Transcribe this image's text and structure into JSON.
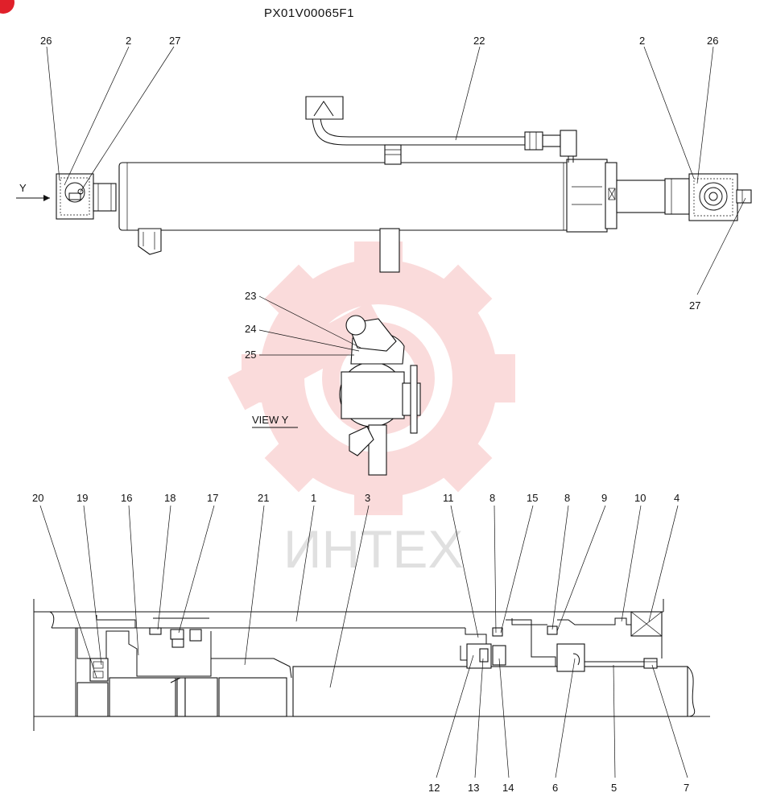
{
  "document": {
    "code": "PX01V00065F1",
    "view_label": "VIEW  Y",
    "arrow_label": "Y"
  },
  "watermark": {
    "text": "ИНТЕХ",
    "color": "#f5b5b5"
  },
  "callouts": {
    "upper_left": [
      "26",
      "2",
      "27"
    ],
    "upper_mid": "22",
    "upper_right": [
      "2",
      "26"
    ],
    "upper_right_bottom": "27",
    "view_y": [
      "23",
      "24",
      "25"
    ],
    "section_top": [
      "20",
      "19",
      "16",
      "18",
      "17",
      "21",
      "1",
      "3",
      "11",
      "8",
      "15",
      "8",
      "9",
      "10",
      "4"
    ],
    "section_bottom": [
      "12",
      "13",
      "14",
      "6",
      "5",
      "7"
    ]
  },
  "icons": {
    "corner_badge": "red-circle-icon",
    "watermark_logo": "gear-logo-icon",
    "direction_arrow": "arrow-right-icon"
  }
}
